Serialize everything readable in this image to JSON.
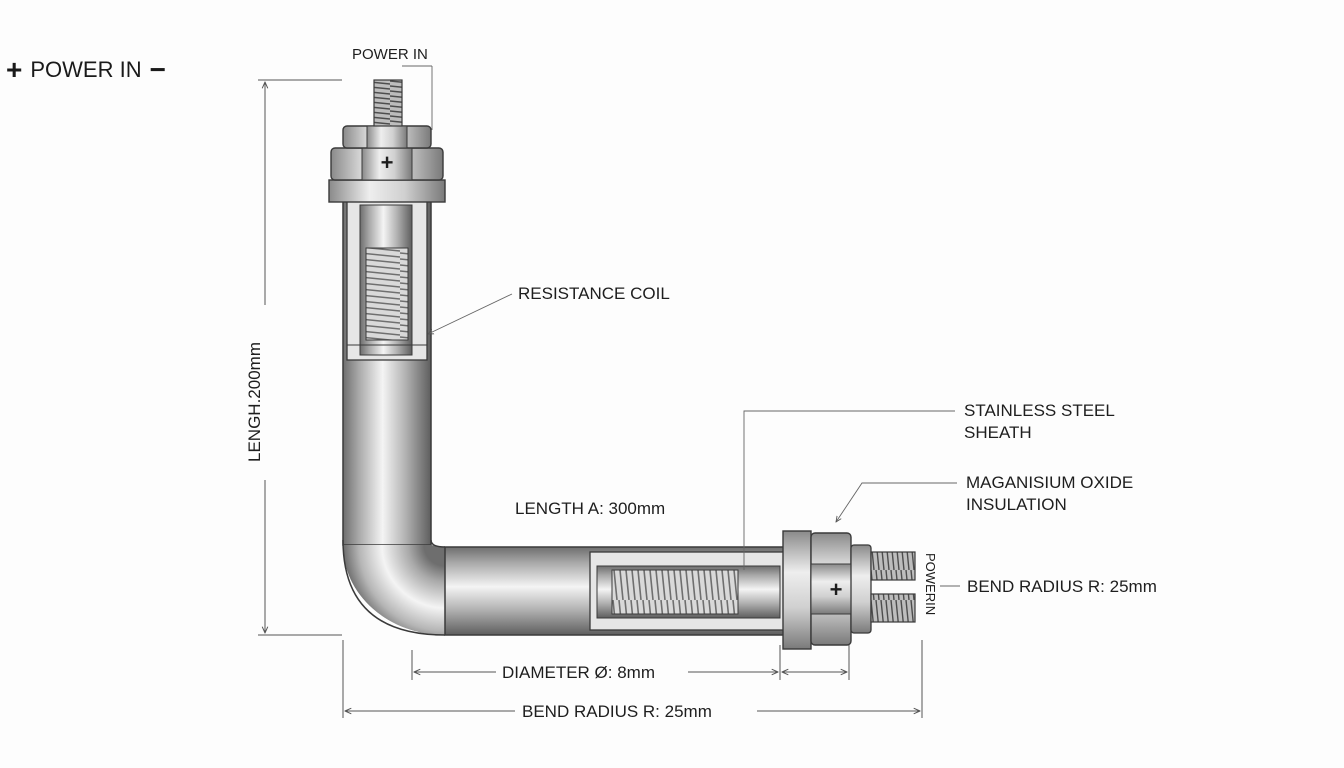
{
  "header": {
    "plus_sign": "+",
    "title": "POWER IN",
    "minus_sign": "−"
  },
  "terminals": {
    "top_label": "POWER IN",
    "right_label": "POWERIN",
    "top_polarity": "+",
    "right_polarity": "+"
  },
  "callouts": {
    "resistance_coil": "RESISTANCE COIL",
    "sheath_line1": "STAINLESS STEEL",
    "sheath_line2": "SHEATH",
    "insulation_line1": "MAGANISIUM OXIDE",
    "insulation_line2": "INSULATION",
    "bend_radius_right": "BEND RADIUS R: 25mm"
  },
  "dimensions": {
    "vertical_length": "LENGH.200mm",
    "length_a": "LENGTH A: 300mm",
    "diameter": "DIAMETER Ø: 8mm",
    "bend_radius_bottom": "BEND RADIUS R: 25mm"
  },
  "colors": {
    "metal_light": "#f2f2f2",
    "metal_mid": "#b8b8b8",
    "metal_dark": "#6e6e6e",
    "outline": "#3a3a3a",
    "background": "#fdfdfd"
  }
}
